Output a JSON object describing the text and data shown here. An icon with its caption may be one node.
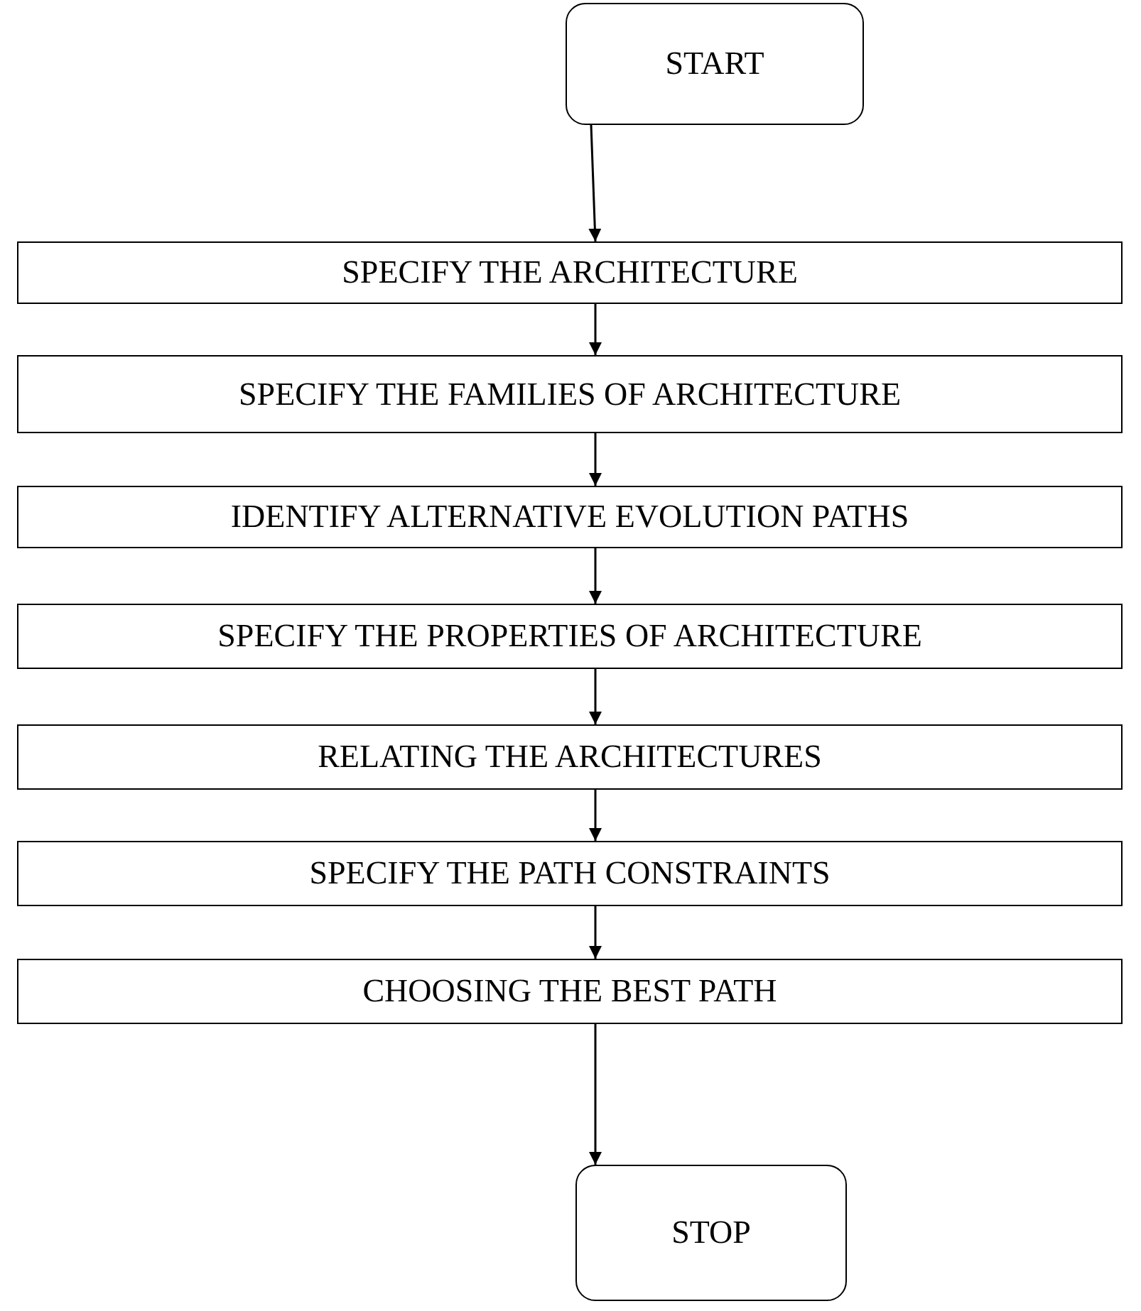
{
  "diagram": {
    "nodes": [
      {
        "text": [
          "START"
        ]
      },
      {
        "text": [
          "SPECIFY THE ARCHITECTURE"
        ]
      },
      {
        "text": [
          "SPECIFY THE FAMILIES OF ARCHITECTURE"
        ]
      },
      {
        "text": [
          "IDENTIFY ALTERNATIVE EVOLUTION PATHS"
        ]
      },
      {
        "text": [
          "SPECIFY THE PROPERTIES OF ARCHITECTURE"
        ]
      },
      {
        "text": [
          "RELATING THE ARCHITECTURES"
        ]
      },
      {
        "text": [
          "SPECIFY THE PATH CONSTRAINTS"
        ]
      },
      {
        "text": [
          "CHOOSING THE BEST PATH"
        ]
      },
      {
        "text": [
          "STOP"
        ]
      }
    ],
    "edges": [
      {
        "from": 0,
        "to": 1,
        "arrow": "to"
      },
      {
        "from": 1,
        "to": 2,
        "arrow": "to"
      },
      {
        "from": 2,
        "to": 3,
        "arrow": "to"
      },
      {
        "from": 3,
        "to": 4,
        "arrow": "to"
      },
      {
        "from": 4,
        "to": 5,
        "arrow": "to"
      },
      {
        "from": 5,
        "to": 6,
        "arrow": "to"
      },
      {
        "from": 6,
        "to": 7,
        "arrow": "to"
      },
      {
        "from": 7,
        "to": 8,
        "arrow": "to"
      }
    ]
  }
}
